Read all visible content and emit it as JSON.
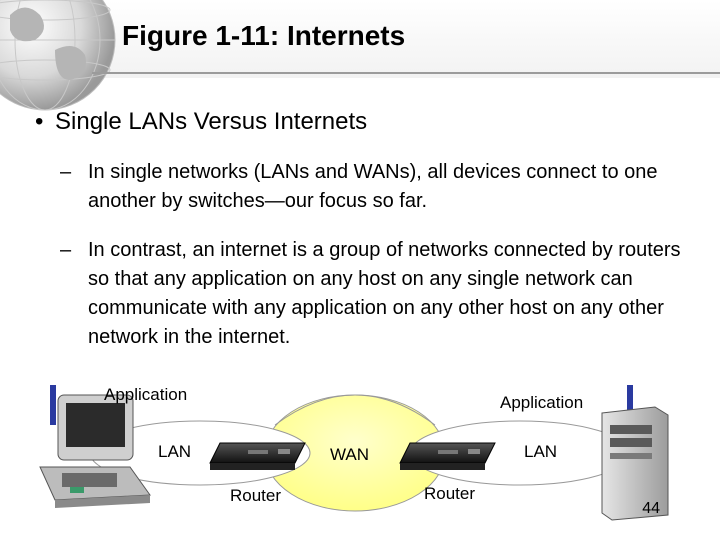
{
  "slide": {
    "title": "Figure 1-11: Internets",
    "bullet": "Single LANs Versus Internets",
    "subbullets": [
      "In single networks (LANs and WANs), all devices connect to one another by switches—our focus so far.",
      "In contrast, an internet is a group of networks connected by routers so that any application on any host on any single network can communicate with any application on any other host on any other network in the internet."
    ],
    "dash": "–",
    "page_number": "44"
  },
  "diagram": {
    "app_left": "Application",
    "app_right": "Application",
    "lan_left": "LAN",
    "lan_right": "LAN",
    "wan": "WAN",
    "router_left": "Router",
    "router_right": "Router"
  },
  "colors": {
    "wan_fill": "#ffff99",
    "lan_fill": "#ffffff",
    "title_rule": "#9b9b9b"
  }
}
